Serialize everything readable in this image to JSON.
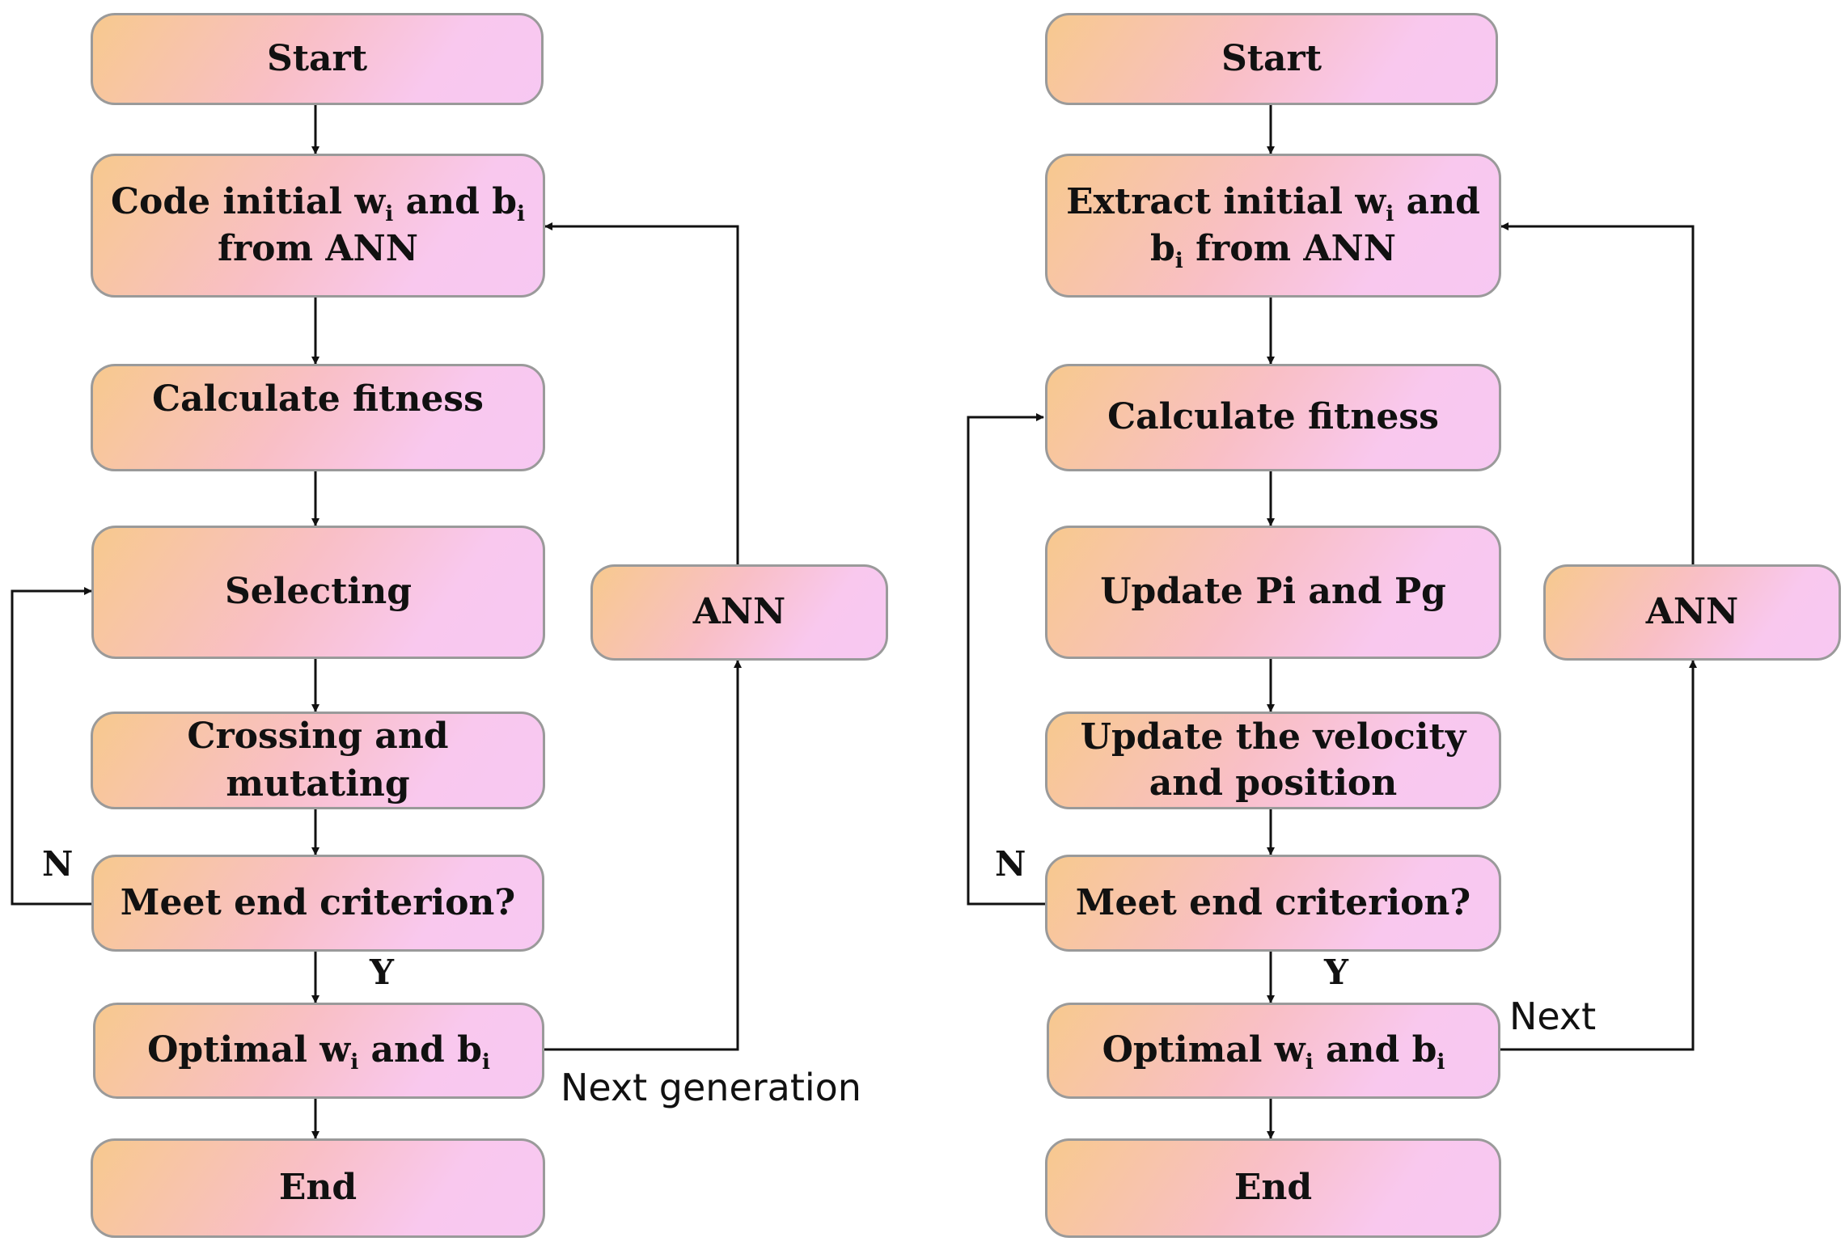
{
  "left": {
    "start": "Start",
    "init": {
      "l1a": "Code initial w",
      "l1b": " and b",
      "l2": "from ANN",
      "sub": "i"
    },
    "fitness": "Calculate fitness",
    "select": "Selecting",
    "cross": "Crossing and mutating",
    "criterion": "Meet end criterion?",
    "optimal": {
      "a": "Optimal w",
      "b": " and b",
      "sub": "i"
    },
    "end": "End",
    "ann": "ANN",
    "no": "N",
    "yes": "Y",
    "loop_label": "Next generation"
  },
  "right": {
    "start": "Start",
    "init": {
      "l1": "Extract initial w",
      "l1b": " and",
      "l2a": "b",
      "l2b": " from ANN",
      "sub": "i"
    },
    "fitness": "Calculate fitness",
    "update_p": "Update Pi and Pg",
    "velocity": {
      "l1": "Update the velocity",
      "l2": "and position"
    },
    "criterion": "Meet end criterion?",
    "optimal": {
      "a": "Optimal w",
      "b": " and b",
      "sub": "i"
    },
    "end": "End",
    "ann": "ANN",
    "no": "N",
    "yes": "Y",
    "loop_label": "Next"
  }
}
